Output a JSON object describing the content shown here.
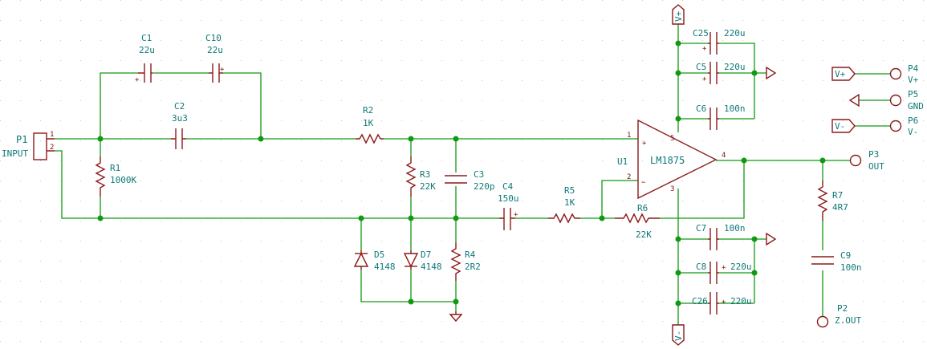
{
  "components": {
    "P1": {
      "ref": "P1",
      "label": "INPUT",
      "pin1": "1",
      "pin2": "2"
    },
    "C1": {
      "ref": "C1",
      "value": "22u"
    },
    "C10": {
      "ref": "C10",
      "value": "22u"
    },
    "C2": {
      "ref": "C2",
      "value": "3u3"
    },
    "R1": {
      "ref": "R1",
      "value": "1000K"
    },
    "R2": {
      "ref": "R2",
      "value": "1K"
    },
    "R3": {
      "ref": "R3",
      "value": "22K"
    },
    "C3": {
      "ref": "C3",
      "value": "220p"
    },
    "C4": {
      "ref": "C4",
      "value": "150u"
    },
    "R5": {
      "ref": "R5",
      "value": "1K"
    },
    "R6": {
      "ref": "R6",
      "value": "22K"
    },
    "R4": {
      "ref": "R4",
      "value": "2R2"
    },
    "D5": {
      "ref": "D5",
      "value": "4148"
    },
    "D7": {
      "ref": "D7",
      "value": "4148"
    },
    "U1": {
      "ref": "U1",
      "value": "LM1875",
      "pin1": "1",
      "pin2": "2",
      "pin3": "3",
      "pin4": "4",
      "pin5": "5"
    },
    "C25": {
      "ref": "C25",
      "value": "220u"
    },
    "C5": {
      "ref": "C5",
      "value": "220u"
    },
    "C6": {
      "ref": "C6",
      "value": "100n"
    },
    "C7": {
      "ref": "C7",
      "value": "100n"
    },
    "C8": {
      "ref": "C8",
      "value": "220u"
    },
    "C26": {
      "ref": "C26",
      "value": "220u"
    },
    "R7": {
      "ref": "R7",
      "value": "4R7"
    },
    "C9": {
      "ref": "C9",
      "value": "100n"
    },
    "P2": {
      "ref": "P2",
      "label": "Z.OUT"
    },
    "P3": {
      "ref": "P3",
      "label": "OUT"
    },
    "P4": {
      "ref": "P4",
      "label": "V+"
    },
    "P5": {
      "ref": "P5",
      "label": "GND"
    },
    "P6": {
      "ref": "P6",
      "label": "V-"
    }
  },
  "power": {
    "vplus": "V+",
    "vminus": "V-"
  },
  "polarity": {
    "plus": "+",
    "minus": "−"
  },
  "colors": {
    "wire": "#119911",
    "component": "#8b1a1a",
    "text": "#0f7878",
    "grid": "#c8c8c8"
  }
}
